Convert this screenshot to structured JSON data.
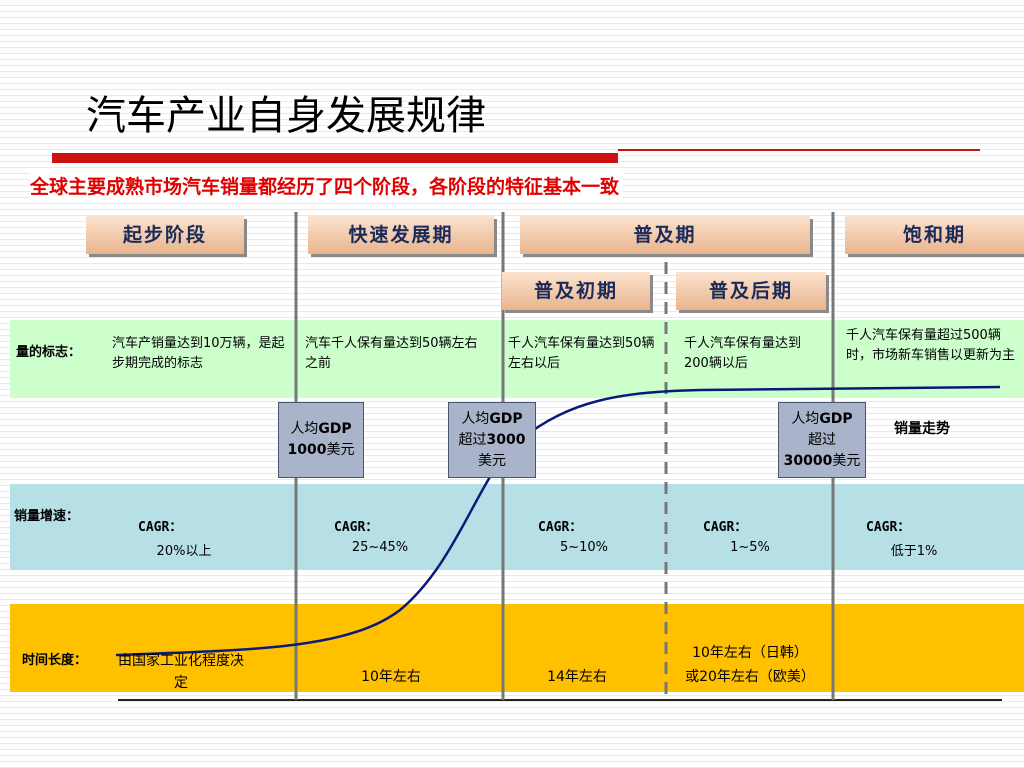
{
  "title": "汽车产业自身发展规律",
  "subtitle": "全球主要成熟市场汽车销量都经历了四个阶段，各阶段的特征基本一致",
  "stages": {
    "s1": "起步阶段",
    "s2": "快速发展期",
    "s3": "普及期",
    "s4": "饱和期",
    "s3a": "普及初期",
    "s3b": "普及后期"
  },
  "rows": {
    "quantity_label": "量的标志：",
    "growth_label": "销量增速：",
    "time_label": "时间长度："
  },
  "quantity": [
    "汽车产销量达到10万辆，是起步期完成的标志",
    "汽车千人保有量达到50辆左右之前",
    "千人汽车保有量达到50辆左右以后",
    "千人汽车保有量达到200辆以后",
    "千人汽车保有量超过500辆时，市场新车销售以更新为主"
  ],
  "cagr": {
    "label": "CAGR：",
    "values": [
      "20%以上",
      "25~45%",
      "5~10%",
      "1~5%",
      "低于1%"
    ]
  },
  "time": [
    "由国家工业化程度决定",
    "10年左右",
    "14年左右",
    "10年左右（日韩）",
    "或20年左右（欧美）"
  ],
  "gdp": {
    "g1_prefix": "人均",
    "g1_bold": "GDP",
    "g1_line2_bold": "1000",
    "g1_line2_suffix": "美元",
    "g2_prefix": "人均",
    "g2_bold": "GDP",
    "g2_line2_prefix": "超过",
    "g2_line2_bold": "3000",
    "g2_line3": "美元",
    "g3_prefix": "人均",
    "g3_bold": "GDP",
    "g3_line2": "超过",
    "g3_line3_bold": "30000",
    "g3_line3_suffix": "美元"
  },
  "legend": "销量走势",
  "colors": {
    "accent_red": "#cc1111",
    "subtitle_red": "#e00000",
    "band_green": "#ccffcc",
    "band_blue": "#b7dfe6",
    "band_orange": "#ffc000",
    "gdp_box": "#a9b3c9",
    "curve": "#0b1a7a",
    "stage_text": "#1a2a5a"
  }
}
